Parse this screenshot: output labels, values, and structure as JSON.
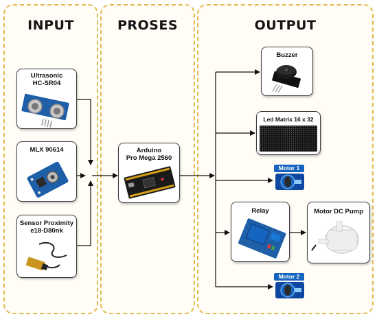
{
  "panels": {
    "input": "INPUT",
    "proses": "PROSES",
    "output": "OUTPUT"
  },
  "inputs": {
    "ultrasonic_line1": "Ultrasonic",
    "ultrasonic_line2": "HC-SR04",
    "mlx": "MLX 90614",
    "proximity_line1": "Sensor Proximity",
    "proximity_line2": "e18-D80nk"
  },
  "process": {
    "line1": "Arduino",
    "line2": "Pro Mega 2560"
  },
  "outputs": {
    "buzzer": "Buzzer",
    "led_matrix": "Led Matrix 16 x 32",
    "motor1": "Motor 1",
    "relay": "Relay",
    "motor_dc_pump": "Motor DC Pump",
    "motor2": "Motor 2"
  },
  "colors": {
    "panel_border": "#e3b84a",
    "motor_blue": "#1565c0"
  }
}
